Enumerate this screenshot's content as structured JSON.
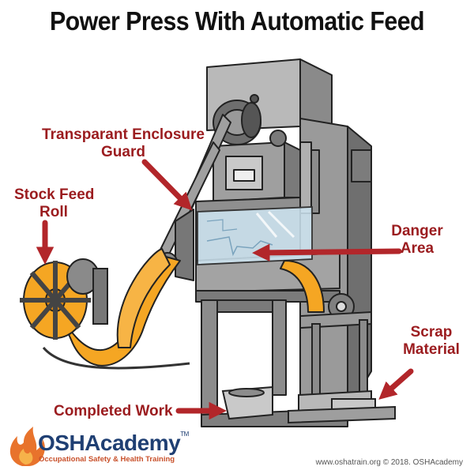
{
  "title": "Power Press With Automatic Feed",
  "labels": {
    "enclosure_guard": [
      "Transparant Enclosure",
      "Guard"
    ],
    "stock_feed_roll": [
      "Stock Feed",
      "Roll"
    ],
    "danger_area": [
      "Danger",
      "Area"
    ],
    "scrap_material": [
      "Scrap",
      "Material"
    ],
    "completed_work": "Completed Work"
  },
  "logo": {
    "name": "OSHAcademy",
    "trademark": "TM",
    "tagline": "Occupational Safety & Health Training"
  },
  "footer": {
    "copyright": "www.oshatrain.org © 2018. OSHAcademy"
  },
  "colors": {
    "label_red": "#9b1c1f",
    "arrow_red": "#b2262a",
    "machine_gray": "#8e8e8e",
    "stock_orange": "#f5a623",
    "glass_blue": "#cfe6f3",
    "logo_blue": "#1f3f73",
    "logo_orange": "#e8732c"
  },
  "icons": [
    "flame-icon",
    "arrow-icon"
  ]
}
